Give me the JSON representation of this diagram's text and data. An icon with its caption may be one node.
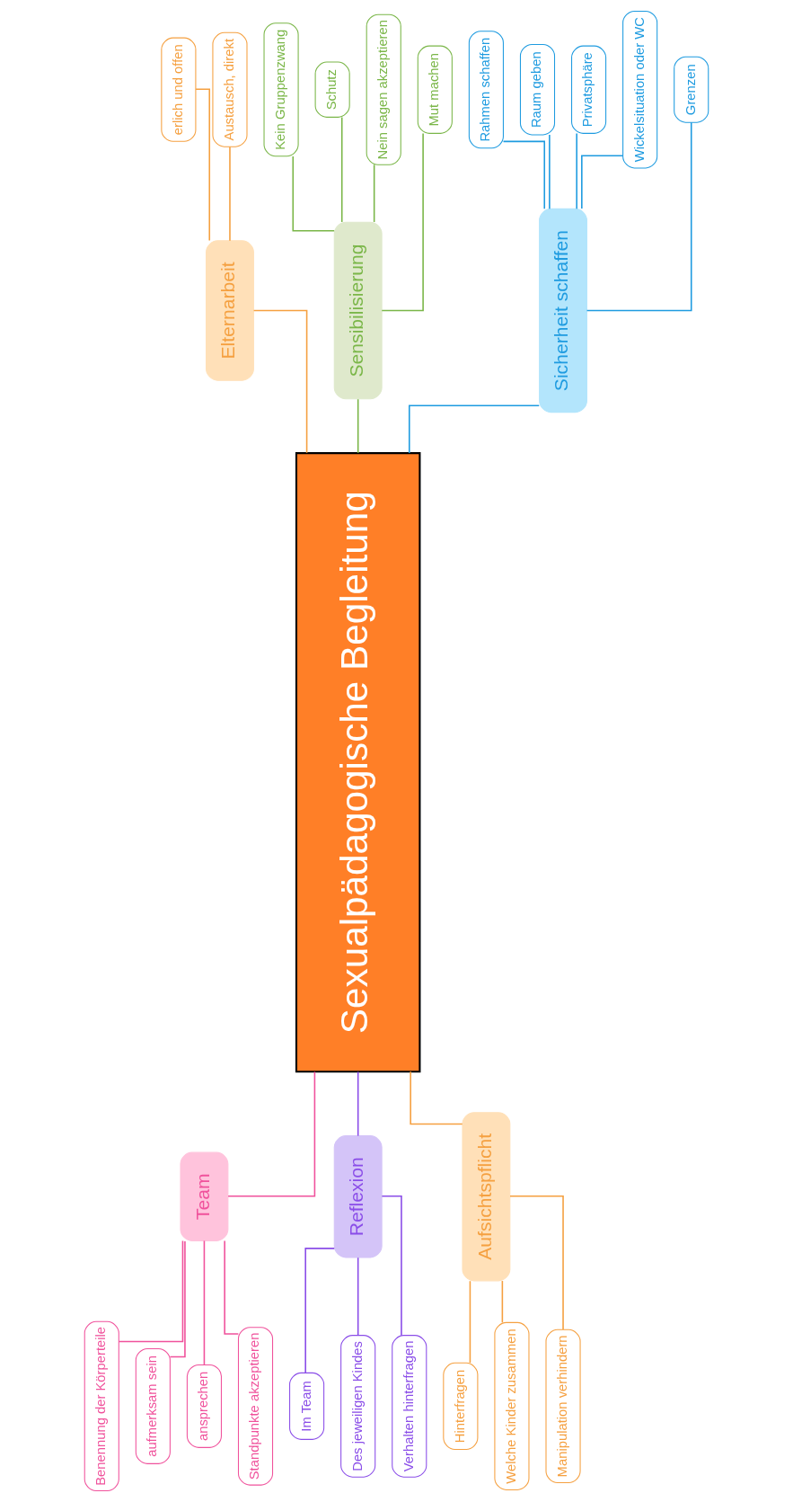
{
  "diagram": {
    "nodes": [
      {
        "text": [
          "Sexualpädagogische Begleitung"
        ]
      },
      {
        "text": [
          "Elternarbeit"
        ]
      },
      {
        "text": [
          "erlich und offen"
        ]
      },
      {
        "text": [
          "Austausch, direkt"
        ]
      },
      {
        "text": [
          "Sensibilisierung"
        ]
      },
      {
        "text": [
          "Kein Gruppenzwang"
        ]
      },
      {
        "text": [
          "Schutz"
        ]
      },
      {
        "text": [
          "Nein sagen akzeptieren"
        ]
      },
      {
        "text": [
          "Mut machen"
        ]
      },
      {
        "text": [
          "Sicherheit schaffen"
        ]
      },
      {
        "text": [
          "Rahmen schaffen"
        ]
      },
      {
        "text": [
          "Raum geben"
        ]
      },
      {
        "text": [
          "Privatsphäre"
        ]
      },
      {
        "text": [
          "Wickelsituation oder WC"
        ]
      },
      {
        "text": [
          "Grenzen"
        ]
      },
      {
        "text": [
          "Team"
        ]
      },
      {
        "text": [
          "Benennung der Körperteile"
        ]
      },
      {
        "text": [
          "aufmerksam sein"
        ]
      },
      {
        "text": [
          "ansprechen"
        ]
      },
      {
        "text": [
          "Standpunkte akzeptieren"
        ]
      },
      {
        "text": [
          "Reflexion"
        ]
      },
      {
        "text": [
          "Im Team"
        ]
      },
      {
        "text": [
          "Des jeweiligen Kindes"
        ]
      },
      {
        "text": [
          "Verhalten hinterfragen"
        ]
      },
      {
        "text": [
          "Aufsichtspflicht"
        ]
      },
      {
        "text": [
          "Hinterfragen"
        ]
      },
      {
        "text": [
          "Welche Kinder zusammen"
        ]
      },
      {
        "text": [
          "Manipulation verhindern"
        ]
      }
    ],
    "edges": [
      {
        "from": 0,
        "to": 1,
        "arrow": "none"
      },
      {
        "from": 1,
        "to": 2,
        "arrow": "none"
      },
      {
        "from": 1,
        "to": 3,
        "arrow": "none"
      },
      {
        "from": 0,
        "to": 4,
        "arrow": "none",
        "color": "#7ab648"
      },
      {
        "from": 4,
        "to": 5,
        "arrow": "none",
        "color": "#7ab648"
      },
      {
        "from": 4,
        "to": 6,
        "arrow": "none",
        "color": "#7ab648"
      },
      {
        "from": 4,
        "to": 7,
        "arrow": "none",
        "color": "#7ab648"
      },
      {
        "from": 4,
        "to": 8,
        "arrow": "none",
        "color": "#7ab648"
      },
      {
        "from": 0,
        "to": 9,
        "arrow": "none",
        "color": "#1e9be0"
      },
      {
        "from": 9,
        "to": 10,
        "arrow": "none",
        "color": "#1e9be0"
      },
      {
        "from": 9,
        "to": 11,
        "arrow": "none",
        "color": "#1e9be0"
      },
      {
        "from": 9,
        "to": 12,
        "arrow": "none",
        "color": "#1e9be0"
      },
      {
        "from": 9,
        "to": 13,
        "arrow": "none",
        "color": "#1e9be0"
      },
      {
        "from": 9,
        "to": 14,
        "arrow": "none",
        "color": "#1e9be0"
      },
      {
        "from": 15,
        "to": 0,
        "arrow": "none",
        "color": "#f0529c"
      },
      {
        "from": 16,
        "to": 15,
        "arrow": "none",
        "color": "#f0529c"
      },
      {
        "from": 17,
        "to": 15,
        "arrow": "none",
        "color": "#f0529c"
      },
      {
        "from": 18,
        "to": 15,
        "arrow": "none",
        "color": "#f0529c"
      },
      {
        "from": 19,
        "to": 15,
        "arrow": "none",
        "color": "#f0529c"
      },
      {
        "from": 20,
        "to": 0,
        "arrow": "none",
        "color": "#8a4de8"
      },
      {
        "from": 21,
        "to": 20,
        "arrow": "none",
        "color": "#8a4de8"
      },
      {
        "from": 22,
        "to": 20,
        "arrow": "none",
        "color": "#8a4de8"
      },
      {
        "from": 23,
        "to": 20,
        "arrow": "none",
        "color": "#8a4de8"
      },
      {
        "from": 24,
        "to": 0,
        "arrow": "none"
      },
      {
        "from": 25,
        "to": 24,
        "arrow": "none"
      },
      {
        "from": 26,
        "to": 24,
        "arrow": "none"
      },
      {
        "from": 27,
        "to": 24,
        "arrow": "none"
      }
    ]
  }
}
